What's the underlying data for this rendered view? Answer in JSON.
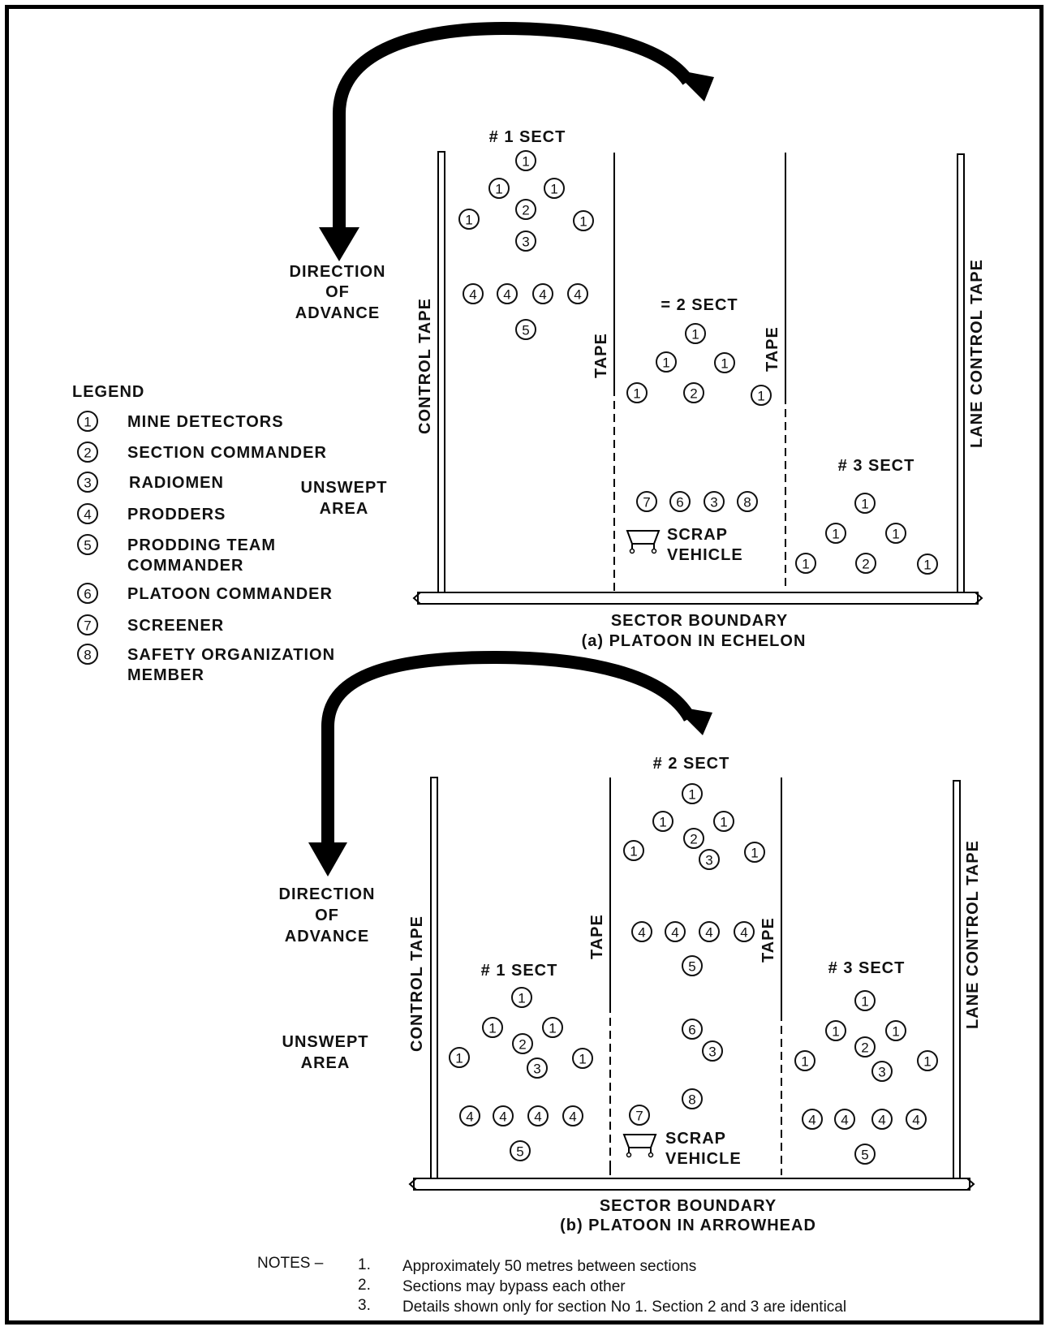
{
  "legend": {
    "title": "LEGEND",
    "items": [
      {
        "num": "1",
        "label": "MINE DETECTORS"
      },
      {
        "num": "2",
        "label": "SECTION COMMANDER"
      },
      {
        "num": "3",
        "label": "RADIOMEN"
      },
      {
        "num": "4",
        "label": "PRODDERS"
      },
      {
        "num": "5",
        "label": "PRODDING TEAM",
        "label2": "COMMANDER"
      },
      {
        "num": "6",
        "label": "PLATOON COMMANDER"
      },
      {
        "num": "7",
        "label": "SCREENER"
      },
      {
        "num": "8",
        "label": "SAFETY ORGANIZATION",
        "label2": "MEMBER"
      }
    ]
  },
  "diagram_a": {
    "direction": [
      "DIRECTION",
      "OF",
      "ADVANCE"
    ],
    "unswept": [
      "UNSWEPT",
      "AREA"
    ],
    "control_tape": "CONTROL TAPE",
    "tape1": "TAPE",
    "tape2": "TAPE",
    "lane_control_tape": "LANE CONTROL TAPE",
    "sect1": "# 1 SECT",
    "sect2": "= 2 SECT",
    "sect3": "# 3 SECT",
    "scrap": [
      "SCRAP",
      "VEHICLE"
    ],
    "sector_boundary": "SECTOR BOUNDARY",
    "caption": "(a)   PLATOON IN ECHELON"
  },
  "diagram_b": {
    "direction": [
      "DIRECTION",
      "OF",
      "ADVANCE"
    ],
    "unswept": [
      "UNSWEPT",
      "AREA"
    ],
    "control_tape": "CONTROL TAPE",
    "tape1": "TAPE",
    "tape2": "TAPE",
    "lane_control_tape": "LANE CONTROL TAPE",
    "sect1": "# 1 SECT",
    "sect2": "# 2 SECT",
    "sect3": "# 3 SECT",
    "scrap": [
      "SCRAP",
      "VEHICLE"
    ],
    "sector_boundary": "SECTOR BOUNDARY",
    "caption": "(b)   PLATOON IN ARROWHEAD"
  },
  "notes": {
    "label": "NOTES –",
    "items": [
      {
        "n": "1.",
        "text": "Approximately 50 metres between sections"
      },
      {
        "n": "2.",
        "text": "Sections may bypass each other"
      },
      {
        "n": "3.",
        "text": "Details shown only for section No 1. Section 2 and 3 are identical"
      }
    ]
  }
}
